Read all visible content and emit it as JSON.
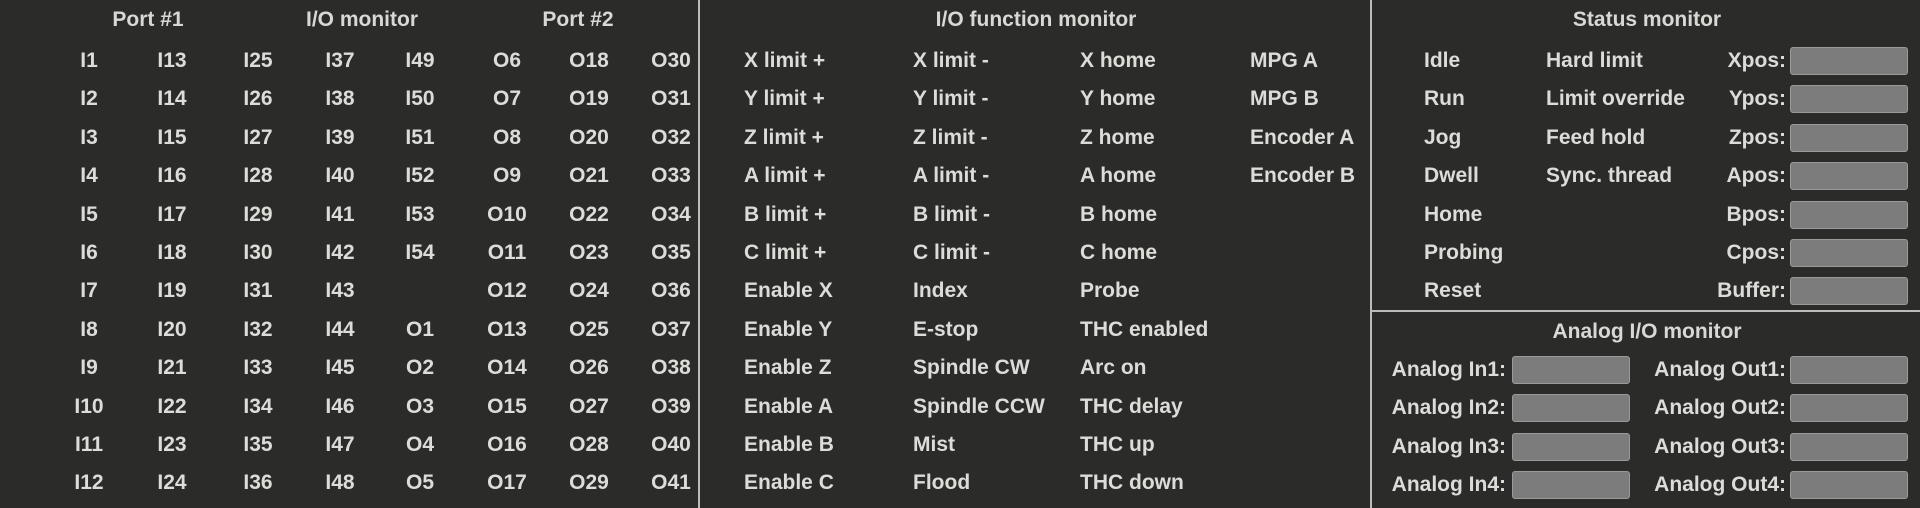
{
  "io_monitor": {
    "headers": {
      "port1": "Port #1",
      "title": "I/O monitor",
      "port2": "Port #2"
    },
    "columns": [
      [
        "I1",
        "I2",
        "I3",
        "I4",
        "I5",
        "I6",
        "I7",
        "I8",
        "I9",
        "I10",
        "I11",
        "I12"
      ],
      [
        "I13",
        "I14",
        "I15",
        "I16",
        "I17",
        "I18",
        "I19",
        "I20",
        "I21",
        "I22",
        "I23",
        "I24"
      ],
      [
        "I25",
        "I26",
        "I27",
        "I28",
        "I29",
        "I30",
        "I31",
        "I32",
        "I33",
        "I34",
        "I35",
        "I36"
      ],
      [
        "I37",
        "I38",
        "I39",
        "I40",
        "I41",
        "I42",
        "I43",
        "I44",
        "I45",
        "I46",
        "I47",
        "I48"
      ],
      [
        "I49",
        "I50",
        "I51",
        "I52",
        "I53",
        "I54",
        "",
        "O1",
        "O2",
        "O3",
        "O4",
        "O5"
      ],
      [
        "O6",
        "O7",
        "O8",
        "O9",
        "O10",
        "O11",
        "O12",
        "O13",
        "O14",
        "O15",
        "O16",
        "O17"
      ],
      [
        "O18",
        "O19",
        "O20",
        "O21",
        "O22",
        "O23",
        "O24",
        "O25",
        "O26",
        "O27",
        "O28",
        "O29"
      ],
      [
        "O30",
        "O31",
        "O32",
        "O33",
        "O34",
        "O35",
        "O36",
        "O37",
        "O38",
        "O39",
        "O40",
        "O41"
      ]
    ]
  },
  "function_monitor": {
    "title": "I/O function monitor",
    "columns": [
      [
        "X limit +",
        "Y limit +",
        "Z limit +",
        "A limit +",
        "B limit +",
        "C limit +",
        "Enable X",
        "Enable Y",
        "Enable Z",
        "Enable A",
        "Enable B",
        "Enable C"
      ],
      [
        "X limit -",
        "Y limit -",
        "Z limit -",
        "A limit -",
        "B limit -",
        "C limit -",
        "Index",
        "E-stop",
        "Spindle CW",
        "Spindle CCW",
        "Mist",
        "Flood"
      ],
      [
        "X home",
        "Y home",
        "Z home",
        "A home",
        "B home",
        "C home",
        "Probe",
        "THC enabled",
        "Arc on",
        "THC delay",
        "THC up",
        "THC down"
      ],
      [
        "MPG A",
        "MPG B",
        "Encoder A",
        "Encoder B"
      ]
    ]
  },
  "status_monitor": {
    "title": "Status monitor",
    "states": [
      "Idle",
      "Run",
      "Jog",
      "Dwell",
      "Home",
      "Probing",
      "Reset"
    ],
    "flags": [
      "Hard limit",
      "Limit override",
      "Feed hold",
      "Sync. thread"
    ],
    "fields": [
      {
        "label": "Xpos:",
        "value": ""
      },
      {
        "label": "Ypos:",
        "value": ""
      },
      {
        "label": "Zpos:",
        "value": ""
      },
      {
        "label": "Apos:",
        "value": ""
      },
      {
        "label": "Bpos:",
        "value": ""
      },
      {
        "label": "Cpos:",
        "value": ""
      },
      {
        "label": "Buffer:",
        "value": ""
      }
    ]
  },
  "analog_monitor": {
    "title": "Analog I/O monitor",
    "inputs": [
      {
        "label": "Analog In1:",
        "value": ""
      },
      {
        "label": "Analog In2:",
        "value": ""
      },
      {
        "label": "Analog In3:",
        "value": ""
      },
      {
        "label": "Analog In4:",
        "value": ""
      }
    ],
    "outputs": [
      {
        "label": "Analog Out1:",
        "value": ""
      },
      {
        "label": "Analog Out2:",
        "value": ""
      },
      {
        "label": "Analog Out3:",
        "value": ""
      },
      {
        "label": "Analog Out4:",
        "value": ""
      }
    ]
  }
}
